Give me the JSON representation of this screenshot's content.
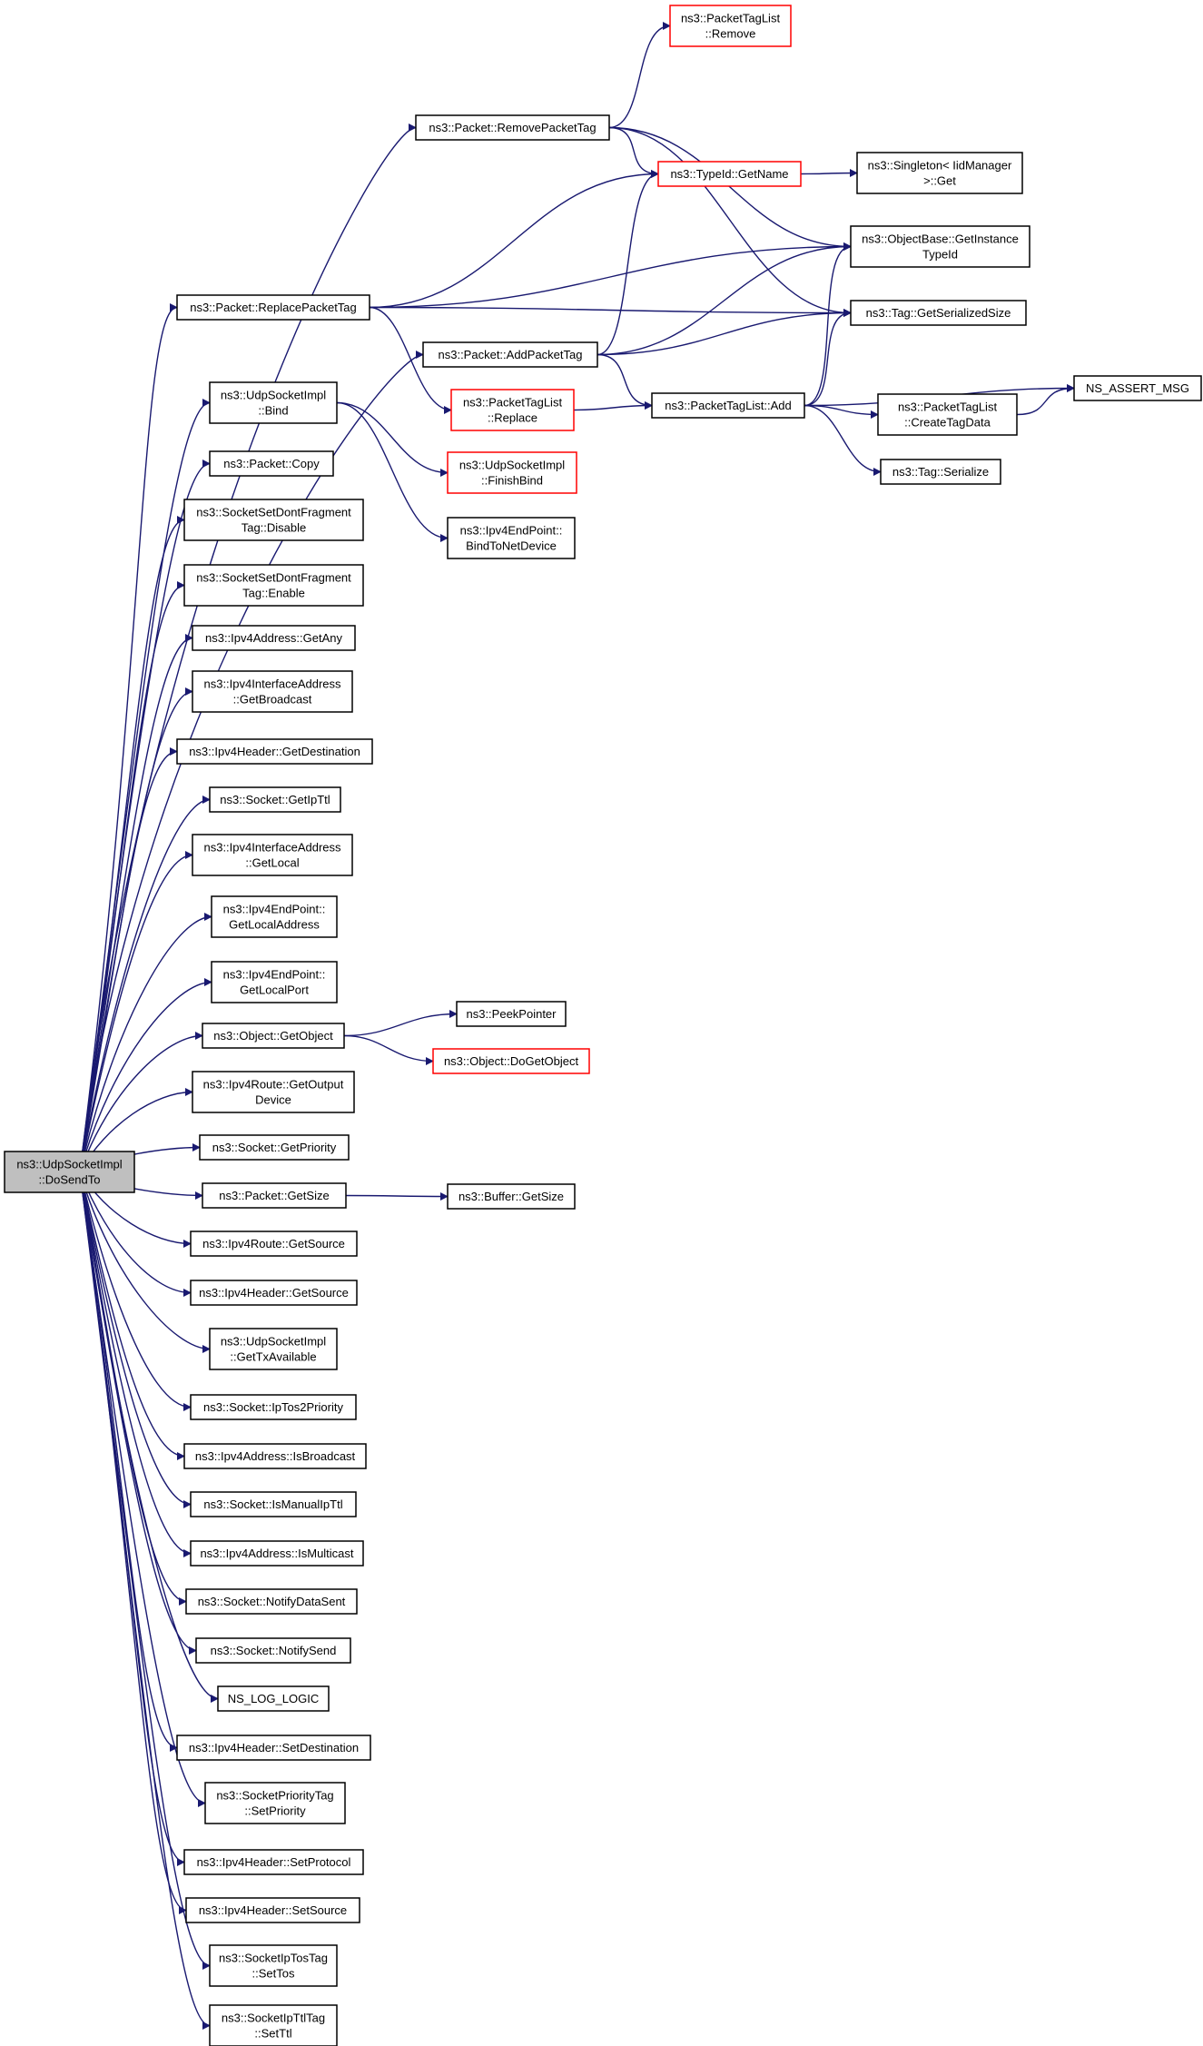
{
  "diagram": {
    "type": "doxygen-call-graph",
    "colors": {
      "edge": "#191970",
      "node_border": "#000000",
      "truncated_border": "#ff0000",
      "root_fill": "#bfbfbf"
    },
    "nodes": [
      {
        "id": "root",
        "lines": [
          "ns3::UdpSocketImpl",
          "::DoSendTo"
        ],
        "root": true
      },
      {
        "id": "removePacketTag",
        "lines": [
          "ns3::Packet::RemovePacketTag"
        ]
      },
      {
        "id": "replacePacketTag",
        "lines": [
          "ns3::Packet::ReplacePacketTag"
        ]
      },
      {
        "id": "addPacketTag",
        "lines": [
          "ns3::Packet::AddPacketTag"
        ]
      },
      {
        "id": "bind",
        "lines": [
          "ns3::UdpSocketImpl",
          "::Bind"
        ]
      },
      {
        "id": "copy",
        "lines": [
          "ns3::Packet::Copy"
        ]
      },
      {
        "id": "dfDisable",
        "lines": [
          "ns3::SocketSetDontFragment",
          "Tag::Disable"
        ]
      },
      {
        "id": "dfEnable",
        "lines": [
          "ns3::SocketSetDontFragment",
          "Tag::Enable"
        ]
      },
      {
        "id": "getAny",
        "lines": [
          "ns3::Ipv4Address::GetAny"
        ]
      },
      {
        "id": "getBroadcast",
        "lines": [
          "ns3::Ipv4InterfaceAddress",
          "::GetBroadcast"
        ]
      },
      {
        "id": "getDestination",
        "lines": [
          "ns3::Ipv4Header::GetDestination"
        ]
      },
      {
        "id": "getIpTtl",
        "lines": [
          "ns3::Socket::GetIpTtl"
        ]
      },
      {
        "id": "getLocal",
        "lines": [
          "ns3::Ipv4InterfaceAddress",
          "::GetLocal"
        ]
      },
      {
        "id": "getLocalAddress",
        "lines": [
          "ns3::Ipv4EndPoint::",
          "GetLocalAddress"
        ]
      },
      {
        "id": "getLocalPort",
        "lines": [
          "ns3::Ipv4EndPoint::",
          "GetLocalPort"
        ]
      },
      {
        "id": "getObject",
        "lines": [
          "ns3::Object::GetObject"
        ]
      },
      {
        "id": "getOutputDevice",
        "lines": [
          "ns3::Ipv4Route::GetOutput",
          "Device"
        ]
      },
      {
        "id": "getPriority",
        "lines": [
          "ns3::Socket::GetPriority"
        ]
      },
      {
        "id": "getSize",
        "lines": [
          "ns3::Packet::GetSize"
        ]
      },
      {
        "id": "routeGetSource",
        "lines": [
          "ns3::Ipv4Route::GetSource"
        ]
      },
      {
        "id": "headerGetSource",
        "lines": [
          "ns3::Ipv4Header::GetSource"
        ]
      },
      {
        "id": "getTxAvailable",
        "lines": [
          "ns3::UdpSocketImpl",
          "::GetTxAvailable"
        ]
      },
      {
        "id": "ipTos2Priority",
        "lines": [
          "ns3::Socket::IpTos2Priority"
        ]
      },
      {
        "id": "isBroadcast",
        "lines": [
          "ns3::Ipv4Address::IsBroadcast"
        ]
      },
      {
        "id": "isManualIpTtl",
        "lines": [
          "ns3::Socket::IsManualIpTtl"
        ]
      },
      {
        "id": "isMulticast",
        "lines": [
          "ns3::Ipv4Address::IsMulticast"
        ]
      },
      {
        "id": "notifyDataSent",
        "lines": [
          "ns3::Socket::NotifyDataSent"
        ]
      },
      {
        "id": "notifySend",
        "lines": [
          "ns3::Socket::NotifySend"
        ]
      },
      {
        "id": "nsLogLogic",
        "lines": [
          "NS_LOG_LOGIC"
        ]
      },
      {
        "id": "setDestination",
        "lines": [
          "ns3::Ipv4Header::SetDestination"
        ]
      },
      {
        "id": "setPriority",
        "lines": [
          "ns3::SocketPriorityTag",
          "::SetPriority"
        ]
      },
      {
        "id": "setProtocol",
        "lines": [
          "ns3::Ipv4Header::SetProtocol"
        ]
      },
      {
        "id": "setSource",
        "lines": [
          "ns3::Ipv4Header::SetSource"
        ]
      },
      {
        "id": "setTos",
        "lines": [
          "ns3::SocketIpTosTag",
          "::SetTos"
        ]
      },
      {
        "id": "setTtl",
        "lines": [
          "ns3::SocketIpTtlTag",
          "::SetTtl"
        ]
      },
      {
        "id": "ptlRemove",
        "lines": [
          "ns3::PacketTagList",
          "::Remove"
        ],
        "truncated": true
      },
      {
        "id": "typeIdGetName",
        "lines": [
          "ns3::TypeId::GetName"
        ],
        "truncated": true
      },
      {
        "id": "ptlReplace",
        "lines": [
          "ns3::PacketTagList",
          "::Replace"
        ],
        "truncated": true
      },
      {
        "id": "finishBind",
        "lines": [
          "ns3::UdpSocketImpl",
          "::FinishBind"
        ],
        "truncated": true
      },
      {
        "id": "bindToNetDevice",
        "lines": [
          "ns3::Ipv4EndPoint::",
          "BindToNetDevice"
        ]
      },
      {
        "id": "peekPointer",
        "lines": [
          "ns3::PeekPointer"
        ]
      },
      {
        "id": "doGetObject",
        "lines": [
          "ns3::Object::DoGetObject"
        ],
        "truncated": true
      },
      {
        "id": "bufferGetSize",
        "lines": [
          "ns3::Buffer::GetSize"
        ]
      },
      {
        "id": "ptlAdd",
        "lines": [
          "ns3::PacketTagList::Add"
        ]
      },
      {
        "id": "singletonGet",
        "lines": [
          "ns3::Singleton< IidManager",
          ">::Get"
        ]
      },
      {
        "id": "getInstanceTypeId",
        "lines": [
          "ns3::ObjectBase::GetInstance",
          "TypeId"
        ]
      },
      {
        "id": "tagGetSerializedSize",
        "lines": [
          "ns3::Tag::GetSerializedSize"
        ]
      },
      {
        "id": "ptlCreateTagData",
        "lines": [
          "ns3::PacketTagList",
          "::CreateTagData"
        ]
      },
      {
        "id": "tagSerialize",
        "lines": [
          "ns3::Tag::Serialize"
        ]
      },
      {
        "id": "nsAssertMsg",
        "lines": [
          "NS_ASSERT_MSG"
        ]
      }
    ],
    "edges": [
      [
        "root",
        "removePacketTag"
      ],
      [
        "root",
        "replacePacketTag"
      ],
      [
        "root",
        "addPacketTag"
      ],
      [
        "root",
        "bind"
      ],
      [
        "root",
        "copy"
      ],
      [
        "root",
        "dfDisable"
      ],
      [
        "root",
        "dfEnable"
      ],
      [
        "root",
        "getAny"
      ],
      [
        "root",
        "getBroadcast"
      ],
      [
        "root",
        "getDestination"
      ],
      [
        "root",
        "getIpTtl"
      ],
      [
        "root",
        "getLocal"
      ],
      [
        "root",
        "getLocalAddress"
      ],
      [
        "root",
        "getLocalPort"
      ],
      [
        "root",
        "getObject"
      ],
      [
        "root",
        "getOutputDevice"
      ],
      [
        "root",
        "getPriority"
      ],
      [
        "root",
        "getSize"
      ],
      [
        "root",
        "routeGetSource"
      ],
      [
        "root",
        "headerGetSource"
      ],
      [
        "root",
        "getTxAvailable"
      ],
      [
        "root",
        "ipTos2Priority"
      ],
      [
        "root",
        "isBroadcast"
      ],
      [
        "root",
        "isManualIpTtl"
      ],
      [
        "root",
        "isMulticast"
      ],
      [
        "root",
        "notifyDataSent"
      ],
      [
        "root",
        "notifySend"
      ],
      [
        "root",
        "nsLogLogic"
      ],
      [
        "root",
        "setDestination"
      ],
      [
        "root",
        "setPriority"
      ],
      [
        "root",
        "setProtocol"
      ],
      [
        "root",
        "setSource"
      ],
      [
        "root",
        "setTos"
      ],
      [
        "root",
        "setTtl"
      ],
      [
        "removePacketTag",
        "ptlRemove"
      ],
      [
        "removePacketTag",
        "typeIdGetName"
      ],
      [
        "removePacketTag",
        "getInstanceTypeId"
      ],
      [
        "removePacketTag",
        "tagGetSerializedSize"
      ],
      [
        "replacePacketTag",
        "typeIdGetName"
      ],
      [
        "replacePacketTag",
        "getInstanceTypeId"
      ],
      [
        "replacePacketTag",
        "tagGetSerializedSize"
      ],
      [
        "replacePacketTag",
        "ptlReplace"
      ],
      [
        "addPacketTag",
        "typeIdGetName"
      ],
      [
        "addPacketTag",
        "getInstanceTypeId"
      ],
      [
        "addPacketTag",
        "tagGetSerializedSize"
      ],
      [
        "addPacketTag",
        "ptlAdd"
      ],
      [
        "bind",
        "finishBind"
      ],
      [
        "bind",
        "bindToNetDevice"
      ],
      [
        "getObject",
        "peekPointer"
      ],
      [
        "getObject",
        "doGetObject"
      ],
      [
        "getSize",
        "bufferGetSize"
      ],
      [
        "typeIdGetName",
        "singletonGet"
      ],
      [
        "ptlReplace",
        "ptlAdd"
      ],
      [
        "ptlAdd",
        "getInstanceTypeId"
      ],
      [
        "ptlAdd",
        "tagGetSerializedSize"
      ],
      [
        "ptlAdd",
        "nsAssertMsg"
      ],
      [
        "ptlAdd",
        "ptlCreateTagData"
      ],
      [
        "ptlAdd",
        "tagSerialize"
      ],
      [
        "ptlCreateTagData",
        "nsAssertMsg"
      ]
    ]
  }
}
